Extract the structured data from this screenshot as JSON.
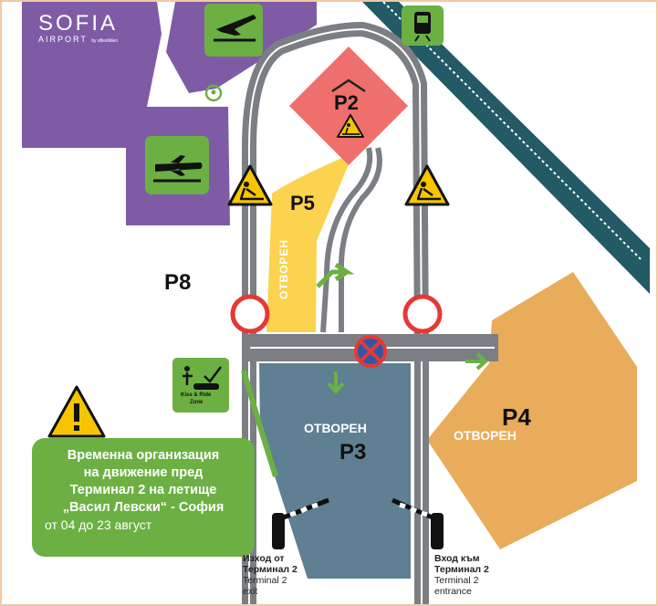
{
  "logo": {
    "name": "SOFIA",
    "subtitle": "AIRPORT",
    "by": "by aflexibilen"
  },
  "parking": {
    "p2": "P2",
    "p3": "P3",
    "p4": "P4",
    "p5": "P5",
    "p8": "P8"
  },
  "status": {
    "p5_status": "ОТВОРЕН",
    "p3_status": "ОТВОРЕН",
    "p4_status": "ОТВОРЕН"
  },
  "kiss_ride": {
    "line1": "Kiss & Ride",
    "line2": "Zone"
  },
  "notice": {
    "line1": "Временна организация",
    "line2": "на движение пред",
    "line3": "Терминал 2 на летище",
    "line4": "„Васил Левски“ - София",
    "dates": "от 04 до 23 август"
  },
  "exit": {
    "bg_line1": "Изход от",
    "bg_line2": "Терминал 2",
    "en_line1": "Terminal 2",
    "en_line2": "exit"
  },
  "entrance": {
    "bg_line1": "Вход към",
    "bg_line2": "Терминал 2",
    "en_line1": "Terminal 2",
    "en_line2": "entrance"
  },
  "colors": {
    "purple": "#7f5ba6",
    "green": "#6cb044",
    "red_zone": "#ef6f6c",
    "yellow_zone": "#fbd34e",
    "orange_zone": "#e9ac5b",
    "slate_zone": "#5f7f93",
    "road": "#7b7f84",
    "rail": "#225a66",
    "warning_yellow": "#f6c500"
  },
  "icons": {
    "departures": "plane-takeoff-icon",
    "arrivals": "plane-icon",
    "train": "train-icon",
    "location": "location-pin-icon",
    "roadworks": "roadworks-warning-icon",
    "no_entry": "no-entry-sign-icon",
    "no_stopping": "no-stopping-sign-icon",
    "warning": "warning-triangle-icon",
    "barrier": "barrier-icon"
  }
}
